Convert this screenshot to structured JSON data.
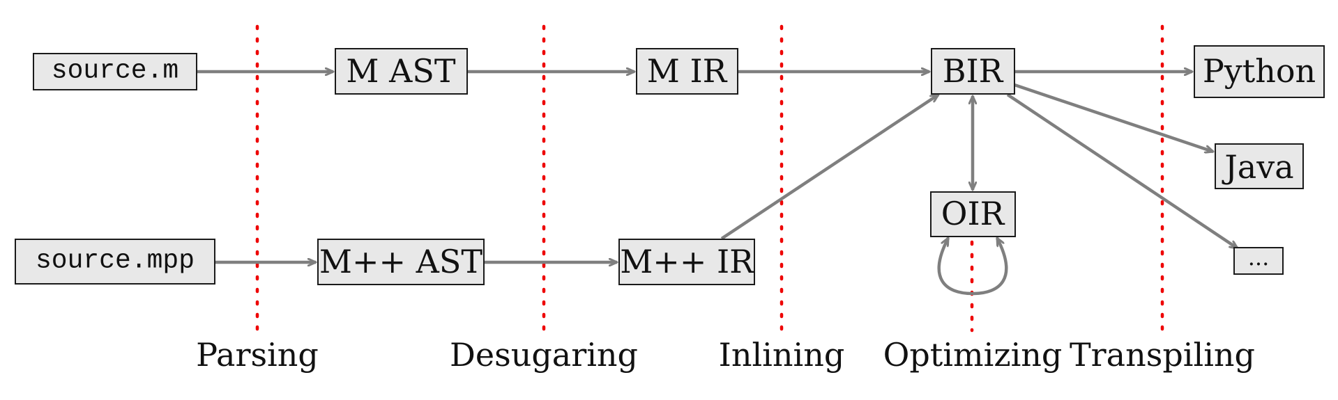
{
  "nodes": {
    "source_m": "source.m",
    "m_ast": "M AST",
    "m_ir": "M IR",
    "bir": "BIR",
    "python": "Python",
    "source_mpp": "source.mpp",
    "mpp_ast": "M++ AST",
    "mpp_ir": "M++ IR",
    "oir": "OIR",
    "java": "Java",
    "ellipsis": "..."
  },
  "stages": [
    "Parsing",
    "Desugaring",
    "Inlining",
    "Optimizing",
    "Transpiling"
  ],
  "colors": {
    "arrow": "#7f7f7f",
    "divider": "#ee0000",
    "box_fill": "#e8e8e8",
    "box_stroke": "#1a1a1a"
  },
  "edges": [
    [
      "source_m",
      "m_ast"
    ],
    [
      "m_ast",
      "m_ir"
    ],
    [
      "m_ir",
      "bir"
    ],
    [
      "bir",
      "python"
    ],
    [
      "source_mpp",
      "mpp_ast"
    ],
    [
      "mpp_ast",
      "mpp_ir"
    ],
    [
      "mpp_ir",
      "bir"
    ],
    [
      "bir",
      "oir",
      "bidirectional"
    ],
    [
      "oir",
      "oir",
      "self-loop"
    ],
    [
      "bir",
      "java"
    ],
    [
      "bir",
      "ellipsis"
    ]
  ]
}
